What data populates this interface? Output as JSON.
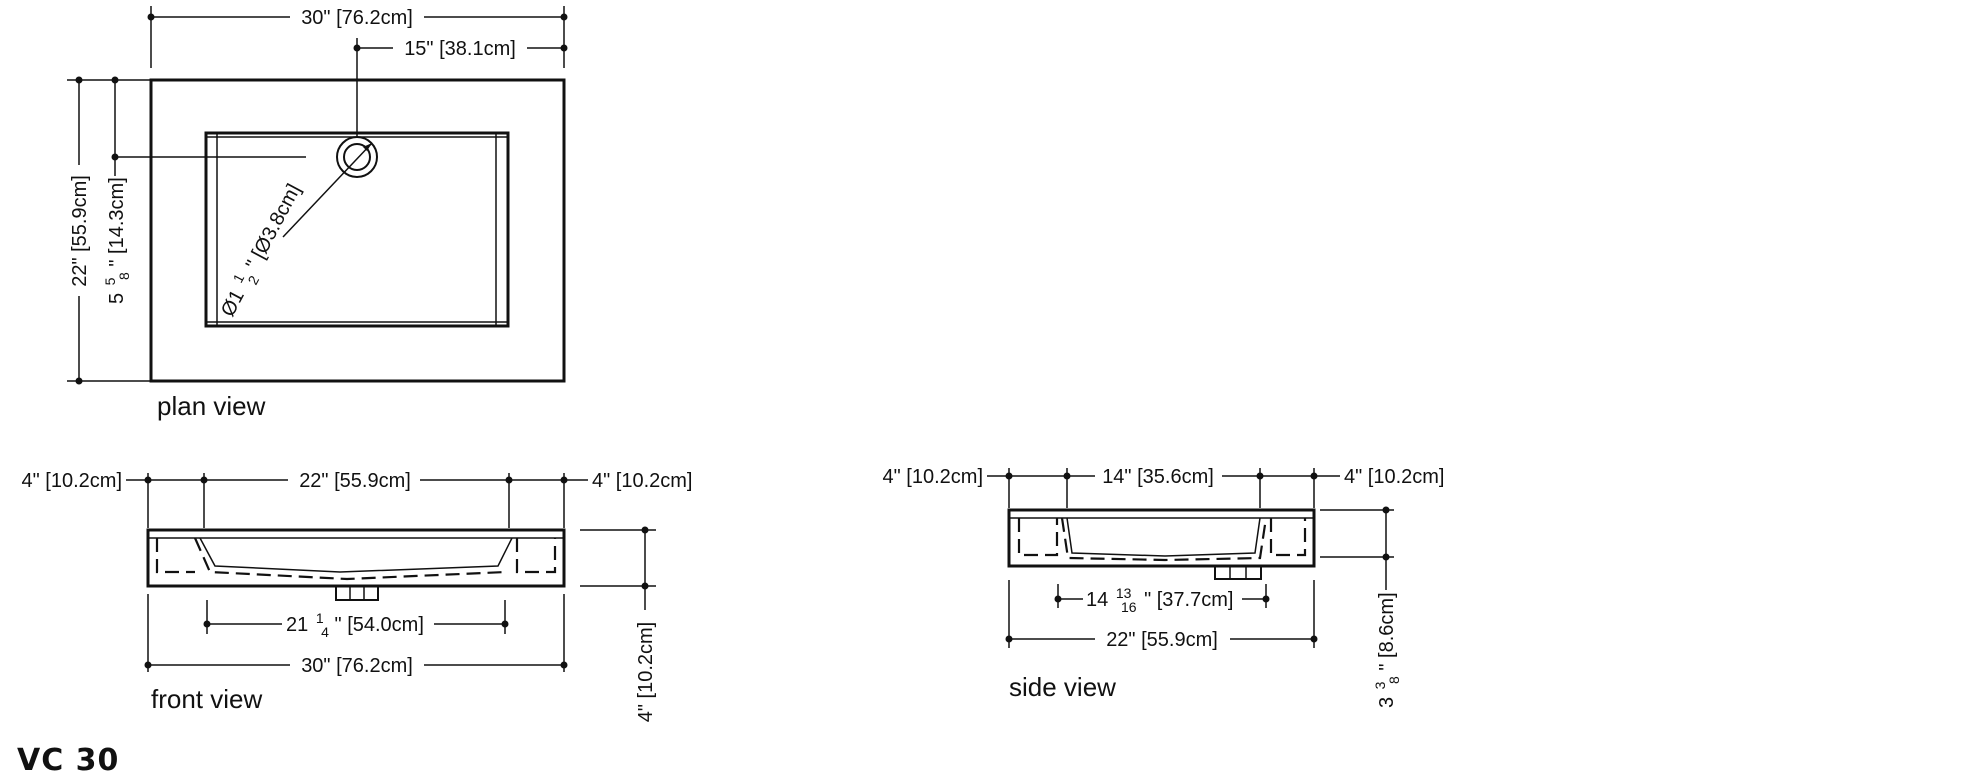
{
  "model": "VC 30",
  "plan_view": {
    "label": "plan view",
    "width": "30\" [76.2cm]",
    "drain_offset": "15\" [38.1cm]",
    "depth": "22\" [55.9cm]",
    "drain_from_back_int": "5",
    "drain_from_back_num": "5",
    "drain_from_back_den": "8",
    "drain_from_back_unit": "\" [14.3cm]",
    "drain_diameter_prefix": "Ø1",
    "drain_diameter_num": "1",
    "drain_diameter_den": "2",
    "drain_diameter_unit": "\" [Ø3.8cm]"
  },
  "front_view": {
    "label": "front view",
    "left_deck": "4\" [10.2cm]",
    "basin_width": "22\" [55.9cm]",
    "right_deck": "4\" [10.2cm]",
    "bottom_width_int": "21",
    "bottom_width_num": "1",
    "bottom_width_den": "4",
    "bottom_width_unit": "\" [54.0cm]",
    "overall_width": "30\" [76.2cm]",
    "height": "4\" [10.2cm]"
  },
  "side_view": {
    "label": "side view",
    "left_deck": "4\" [10.2cm]",
    "basin_depth": "14\" [35.6cm]",
    "right_deck": "4\" [10.2cm]",
    "bottom_depth_int": "14",
    "bottom_depth_num": "13",
    "bottom_depth_den": "16",
    "bottom_depth_unit": "\" [37.7cm]",
    "overall_depth": "22\" [55.9cm]",
    "height_int": "3",
    "height_num": "3",
    "height_den": "8",
    "height_unit": "\" [8.6cm]"
  }
}
